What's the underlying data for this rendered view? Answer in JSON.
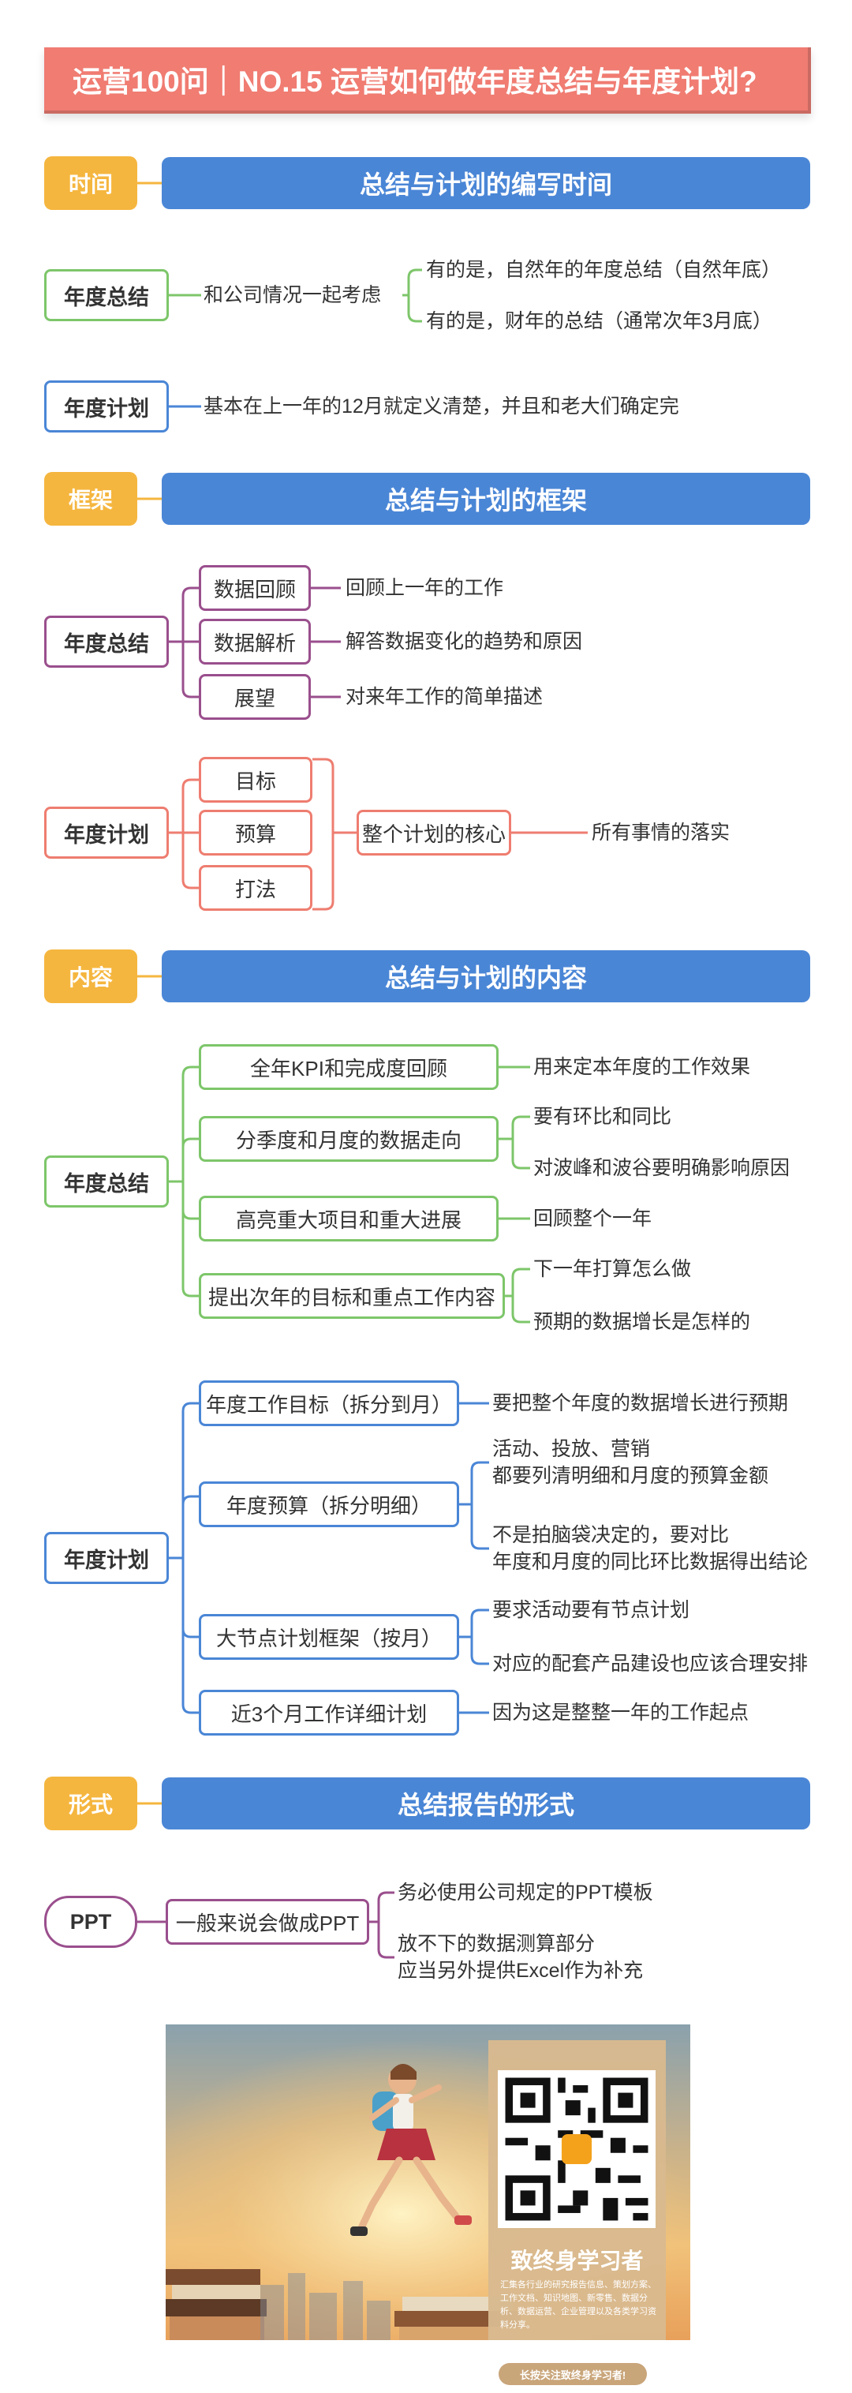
{
  "title": "运营100问｜NO.15  运营如何做年度总结与年度计划?",
  "sections": {
    "time": {
      "tag": "时间",
      "bar": "总结与计划的编写时间"
    },
    "framework": {
      "tag": "框架",
      "bar": "总结与计划的框架"
    },
    "content": {
      "tag": "内容",
      "bar": "总结与计划的内容"
    },
    "form": {
      "tag": "形式",
      "bar": "总结报告的形式"
    }
  },
  "time_summary": {
    "node": "年度总结",
    "text": "和公司情况一起考虑",
    "branches": [
      "有的是，自然年的年度总结（自然年底）",
      "有的是，财年的总结（通常次年3月底）"
    ]
  },
  "time_plan": {
    "node": "年度计划",
    "text": "基本在上一年的12月就定义清楚，并且和老大们确定完"
  },
  "fw_summary": {
    "node": "年度总结",
    "items": [
      {
        "label": "数据回顾",
        "desc": "回顾上一年的工作"
      },
      {
        "label": "数据解析",
        "desc": "解答数据变化的趋势和原因"
      },
      {
        "label": "展望",
        "desc": "对来年工作的简单描述"
      }
    ]
  },
  "fw_plan": {
    "node": "年度计划",
    "items": [
      "目标",
      "预算",
      "打法"
    ],
    "core": "整个计划的核心",
    "result": "所有事情的落实"
  },
  "ct_summary": {
    "node": "年度总结",
    "items": [
      {
        "label": "全年KPI和完成度回顾",
        "details": [
          "用来定本年度的工作效果"
        ]
      },
      {
        "label": "分季度和月度的数据走向",
        "details": [
          "要有环比和同比",
          "对波峰和波谷要明确影响原因"
        ]
      },
      {
        "label": "高亮重大项目和重大进展",
        "details": [
          "回顾整个一年"
        ]
      },
      {
        "label": "提出次年的目标和重点工作内容",
        "details": [
          "下一年打算怎么做",
          "预期的数据增长是怎样的"
        ]
      }
    ]
  },
  "ct_plan": {
    "node": "年度计划",
    "items": [
      {
        "label": "年度工作目标（拆分到月）",
        "details": [
          "要把整个年度的数据增长进行预期"
        ]
      },
      {
        "label": "年度预算（拆分明细）",
        "details": [
          "活动、投放、营销",
          "都要列清明细和月度的预算金额",
          "不是拍脑袋决定的，要对比",
          "年度和月度的同比环比数据得出结论"
        ]
      },
      {
        "label": "大节点计划框架（按月）",
        "details": [
          "要求活动要有节点计划",
          "对应的配套产品建设也应该合理安排"
        ]
      },
      {
        "label": "近3个月工作详细计划",
        "details": [
          "因为这是整整一年的工作起点"
        ]
      }
    ]
  },
  "form_ppt": {
    "node": "PPT",
    "text": "一般来说会做成PPT",
    "details": [
      "务必使用公司规定的PPT模板",
      "放不下的数据测算部分",
      "应当另外提供Excel作为补充"
    ]
  },
  "poster": {
    "title": "致终身学习者",
    "desc": "汇集各行业的研究报告信息、策划方案、工作文档、知识地图、新零售、数据分析、数据运营、企业管理以及各类学习资料分享。",
    "footer": "长按关注致终身学习者!"
  },
  "colors": {
    "title": "#f07c72",
    "tag": "#f5b63f",
    "bar": "#4a86d6",
    "green": "#7dc66a",
    "blue": "#4a86d6",
    "purple": "#9a4f8d",
    "red": "#ee7d70"
  }
}
